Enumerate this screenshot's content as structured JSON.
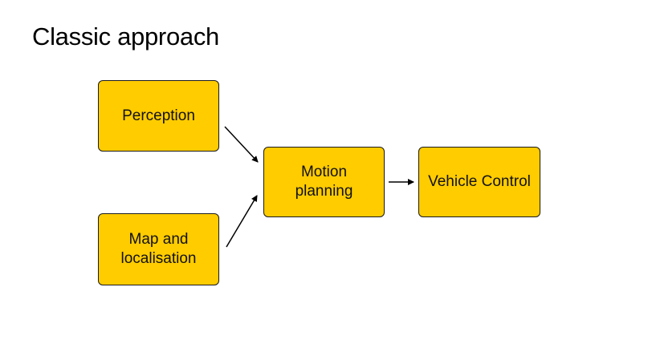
{
  "title": "Classic approach",
  "colors": {
    "box_fill": "#FFCC00",
    "box_border": "#1a1a1a",
    "arrow": "#000000"
  },
  "nodes": {
    "perception": {
      "lines": [
        "Perception"
      ]
    },
    "map": {
      "lines": [
        "Map and",
        "localisation"
      ]
    },
    "motion": {
      "lines": [
        "Motion",
        "planning"
      ]
    },
    "vehicle": {
      "lines": [
        "Vehicle Control"
      ]
    }
  },
  "edges": [
    {
      "from": "perception",
      "to": "motion"
    },
    {
      "from": "map",
      "to": "motion"
    },
    {
      "from": "motion",
      "to": "vehicle"
    }
  ]
}
